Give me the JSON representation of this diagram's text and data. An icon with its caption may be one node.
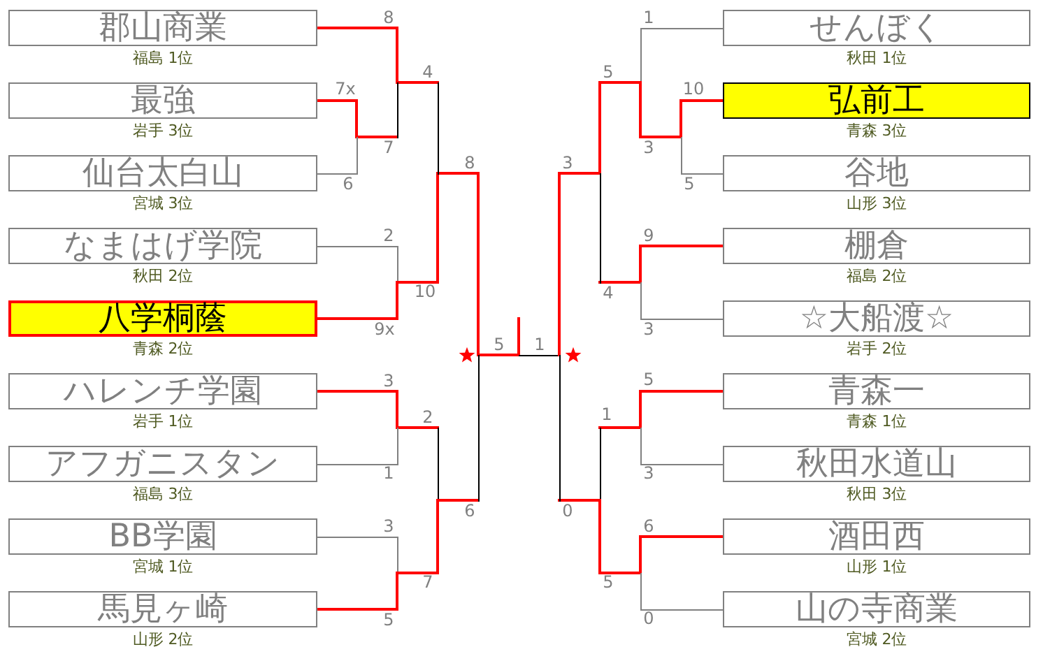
{
  "diagram": {
    "nodes": [
      {
        "text": [
          "郡山商業"
        ],
        "beside": [
          "福島 1位"
        ]
      },
      {
        "text": [
          "最強"
        ],
        "beside": [
          "岩手 3位"
        ]
      },
      {
        "text": [
          "仙台太白山"
        ],
        "beside": [
          "宮城 3位"
        ]
      },
      {
        "text": [
          "なまはげ学院"
        ],
        "beside": [
          "秋田 2位"
        ]
      },
      {
        "text": [
          "八学桐蔭"
        ],
        "beside": [
          "青森 2位"
        ]
      },
      {
        "text": [
          "ハレンチ学園"
        ],
        "beside": [
          "岩手 1位"
        ]
      },
      {
        "text": [
          "アフガニスタン"
        ],
        "beside": [
          "福島 3位"
        ]
      },
      {
        "text": [
          "BB学園"
        ],
        "beside": [
          "宮城 1位"
        ]
      },
      {
        "text": [
          "馬見ヶ崎"
        ],
        "beside": [
          "山形 2位"
        ]
      },
      {
        "text": [
          "せんぼく"
        ],
        "beside": [
          "秋田 1位"
        ]
      },
      {
        "text": [
          "弘前工"
        ],
        "beside": [
          "青森 3位"
        ]
      },
      {
        "text": [
          "谷地"
        ],
        "beside": [
          "山形 3位"
        ]
      },
      {
        "text": [
          "棚倉"
        ],
        "beside": [
          "福島 2位"
        ]
      },
      {
        "text": [
          "☆大船渡☆"
        ],
        "beside": [
          "岩手 2位"
        ]
      },
      {
        "text": [
          "青森一"
        ],
        "beside": [
          "青森 1位"
        ]
      },
      {
        "text": [
          "秋田水道山"
        ],
        "beside": [
          "秋田 3位"
        ]
      },
      {
        "text": [
          "酒田西"
        ],
        "beside": [
          "山形 1位"
        ]
      },
      {
        "text": [
          "山の寺商業"
        ],
        "beside": [
          "宮城 2位"
        ]
      }
    ],
    "labels": [
      "8",
      "4",
      "7x",
      "7",
      "8",
      "6",
      "2",
      "10",
      "9x",
      "5",
      "3",
      "2",
      "1",
      "6",
      "3",
      "7",
      "5",
      "1",
      "5",
      "10",
      "3",
      "3",
      "5",
      "9",
      "4",
      "3",
      "1",
      "5",
      "1",
      "3",
      "0",
      "6",
      "5",
      "0"
    ]
  }
}
